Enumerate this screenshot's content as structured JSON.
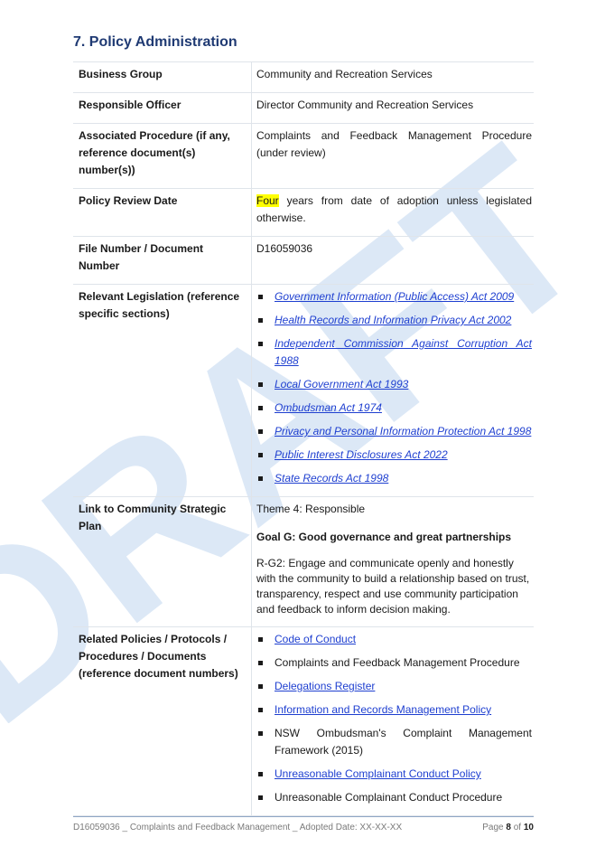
{
  "section": {
    "title": "7.  Policy Administration"
  },
  "watermark": {
    "text": "DRAFT",
    "color": "#dce8f6"
  },
  "rows": {
    "business_group": {
      "label": "Business Group",
      "value": "Community and Recreation Services"
    },
    "responsible_officer": {
      "label": "Responsible Officer",
      "value": "Director Community and Recreation Services"
    },
    "associated_procedure": {
      "label": "Associated Procedure (if any, reference document(s) number(s))",
      "value": "Complaints and Feedback Management Procedure (under review)"
    },
    "review_date": {
      "label": "Policy Review Date",
      "highlight": "Four",
      "value_rest": " years from date of adoption unless legislated otherwise."
    },
    "file_number": {
      "label": "File Number / Document Number",
      "value": "D16059036"
    },
    "legislation": {
      "label": "Relevant Legislation (reference specific sections)",
      "items": [
        "Government Information (Public Access) Act 2009",
        "Health Records and Information Privacy Act 2002",
        "Independent Commission Against Corruption Act 1988",
        "Local Government Act 1993",
        "Ombudsman Act 1974",
        "Privacy and Personal Information Protection Act 1998",
        "Public Interest Disclosures Act 2022",
        "State Records Act 1998"
      ]
    },
    "strategic_plan": {
      "label": "Link to Community Strategic Plan",
      "theme": "Theme 4: Responsible",
      "goal": "Goal G: Good governance and great partnerships",
      "description": "R-G2: Engage and communicate openly and honestly with the community to build a relationship based on trust, transparency, respect and use community participation and feedback to inform decision making."
    },
    "related_policies": {
      "label": "Related Policies / Protocols / Procedures / Documents (reference document numbers)",
      "items": [
        "Code of Conduct",
        "Complaints and Feedback Management Procedure",
        "Delegations Register",
        "Information and Records Management Policy",
        "NSW Ombudsman's Complaint Management Framework (2015)",
        "Unreasonable Complainant Conduct Policy",
        "Unreasonable Complainant Conduct Procedure"
      ]
    }
  },
  "footer": {
    "doc_info": "D16059036 _ Complaints and Feedback Management _ Adopted Date: XX-XX-XX",
    "page_prefix": "Page ",
    "page_current": "8",
    "page_of": " of ",
    "page_total": "10"
  }
}
